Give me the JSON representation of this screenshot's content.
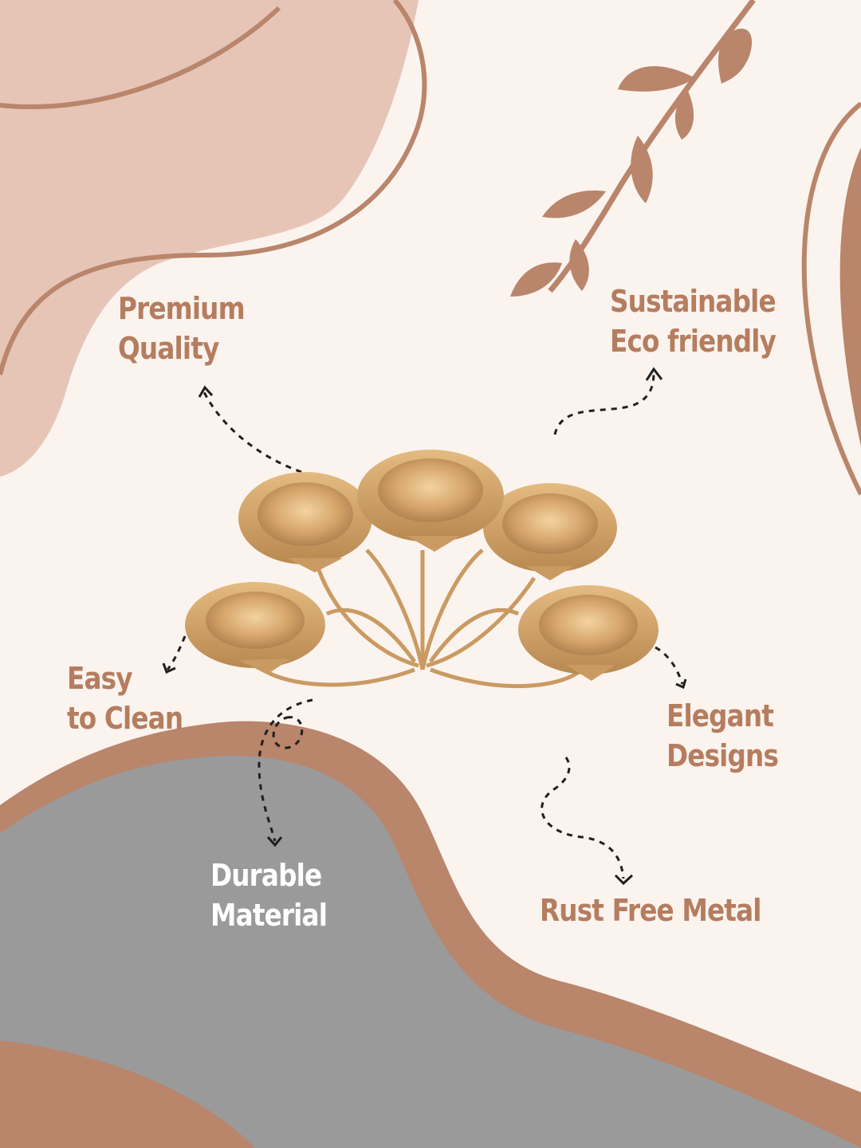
{
  "features": {
    "premium": [
      "Premium",
      "Quality"
    ],
    "sustainable": [
      "Sustainable",
      "Eco friendly"
    ],
    "easy_clean": [
      "Easy",
      "to Clean"
    ],
    "elegant": [
      "Elegant",
      "Designs"
    ],
    "durable": [
      "Durable",
      "Material"
    ],
    "rust_free": [
      "Rust Free Metal"
    ]
  },
  "colors": {
    "background": "#fbf3ee",
    "blush_blob": "#e6c5b7",
    "copper": "#b9856b",
    "grey_blob": "#9a9a9a",
    "label_copper": "#b57d5f",
    "label_white": "#ffffff",
    "gold_lamp": "#c99a62"
  },
  "icons": {
    "leaf_branch": "leaf-branch-icon",
    "diya_stand": "diya-stand-icon",
    "dashed_arrow": "dashed-arrow-icon"
  }
}
